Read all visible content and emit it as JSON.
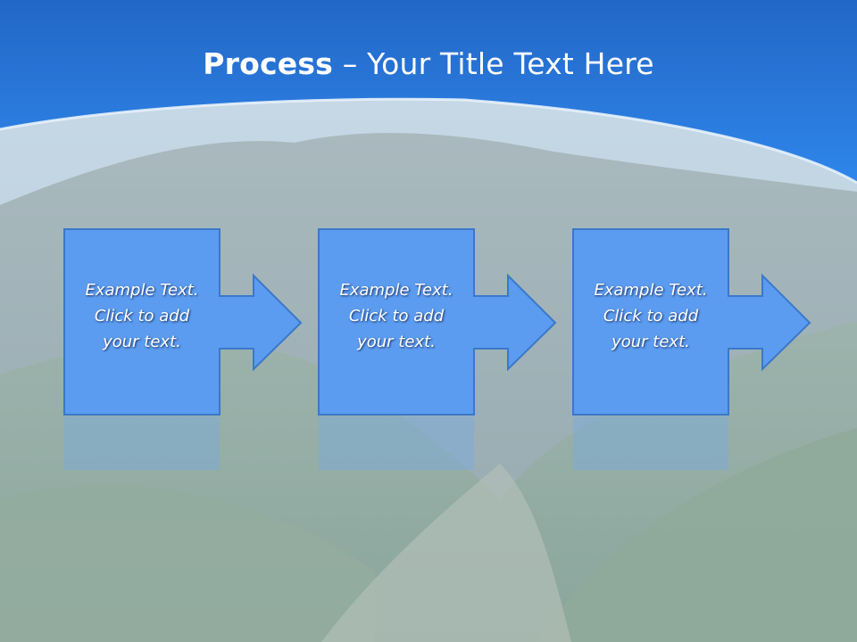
{
  "title": {
    "bold": "Process",
    "rest": " – Your Title Text Here"
  },
  "steps": [
    {
      "lines": [
        "Example Text.",
        "Click  to add",
        "your text."
      ]
    },
    {
      "lines": [
        "Example Text.",
        "Click  to add",
        "your text."
      ]
    },
    {
      "lines": [
        "Example Text.",
        "Click  to add",
        "your text."
      ]
    }
  ],
  "colors": {
    "banner": "#1f6fd6",
    "box_fill": "#5b9cf0",
    "box_border": "#3a78c9",
    "title_text": "#ffffff"
  }
}
